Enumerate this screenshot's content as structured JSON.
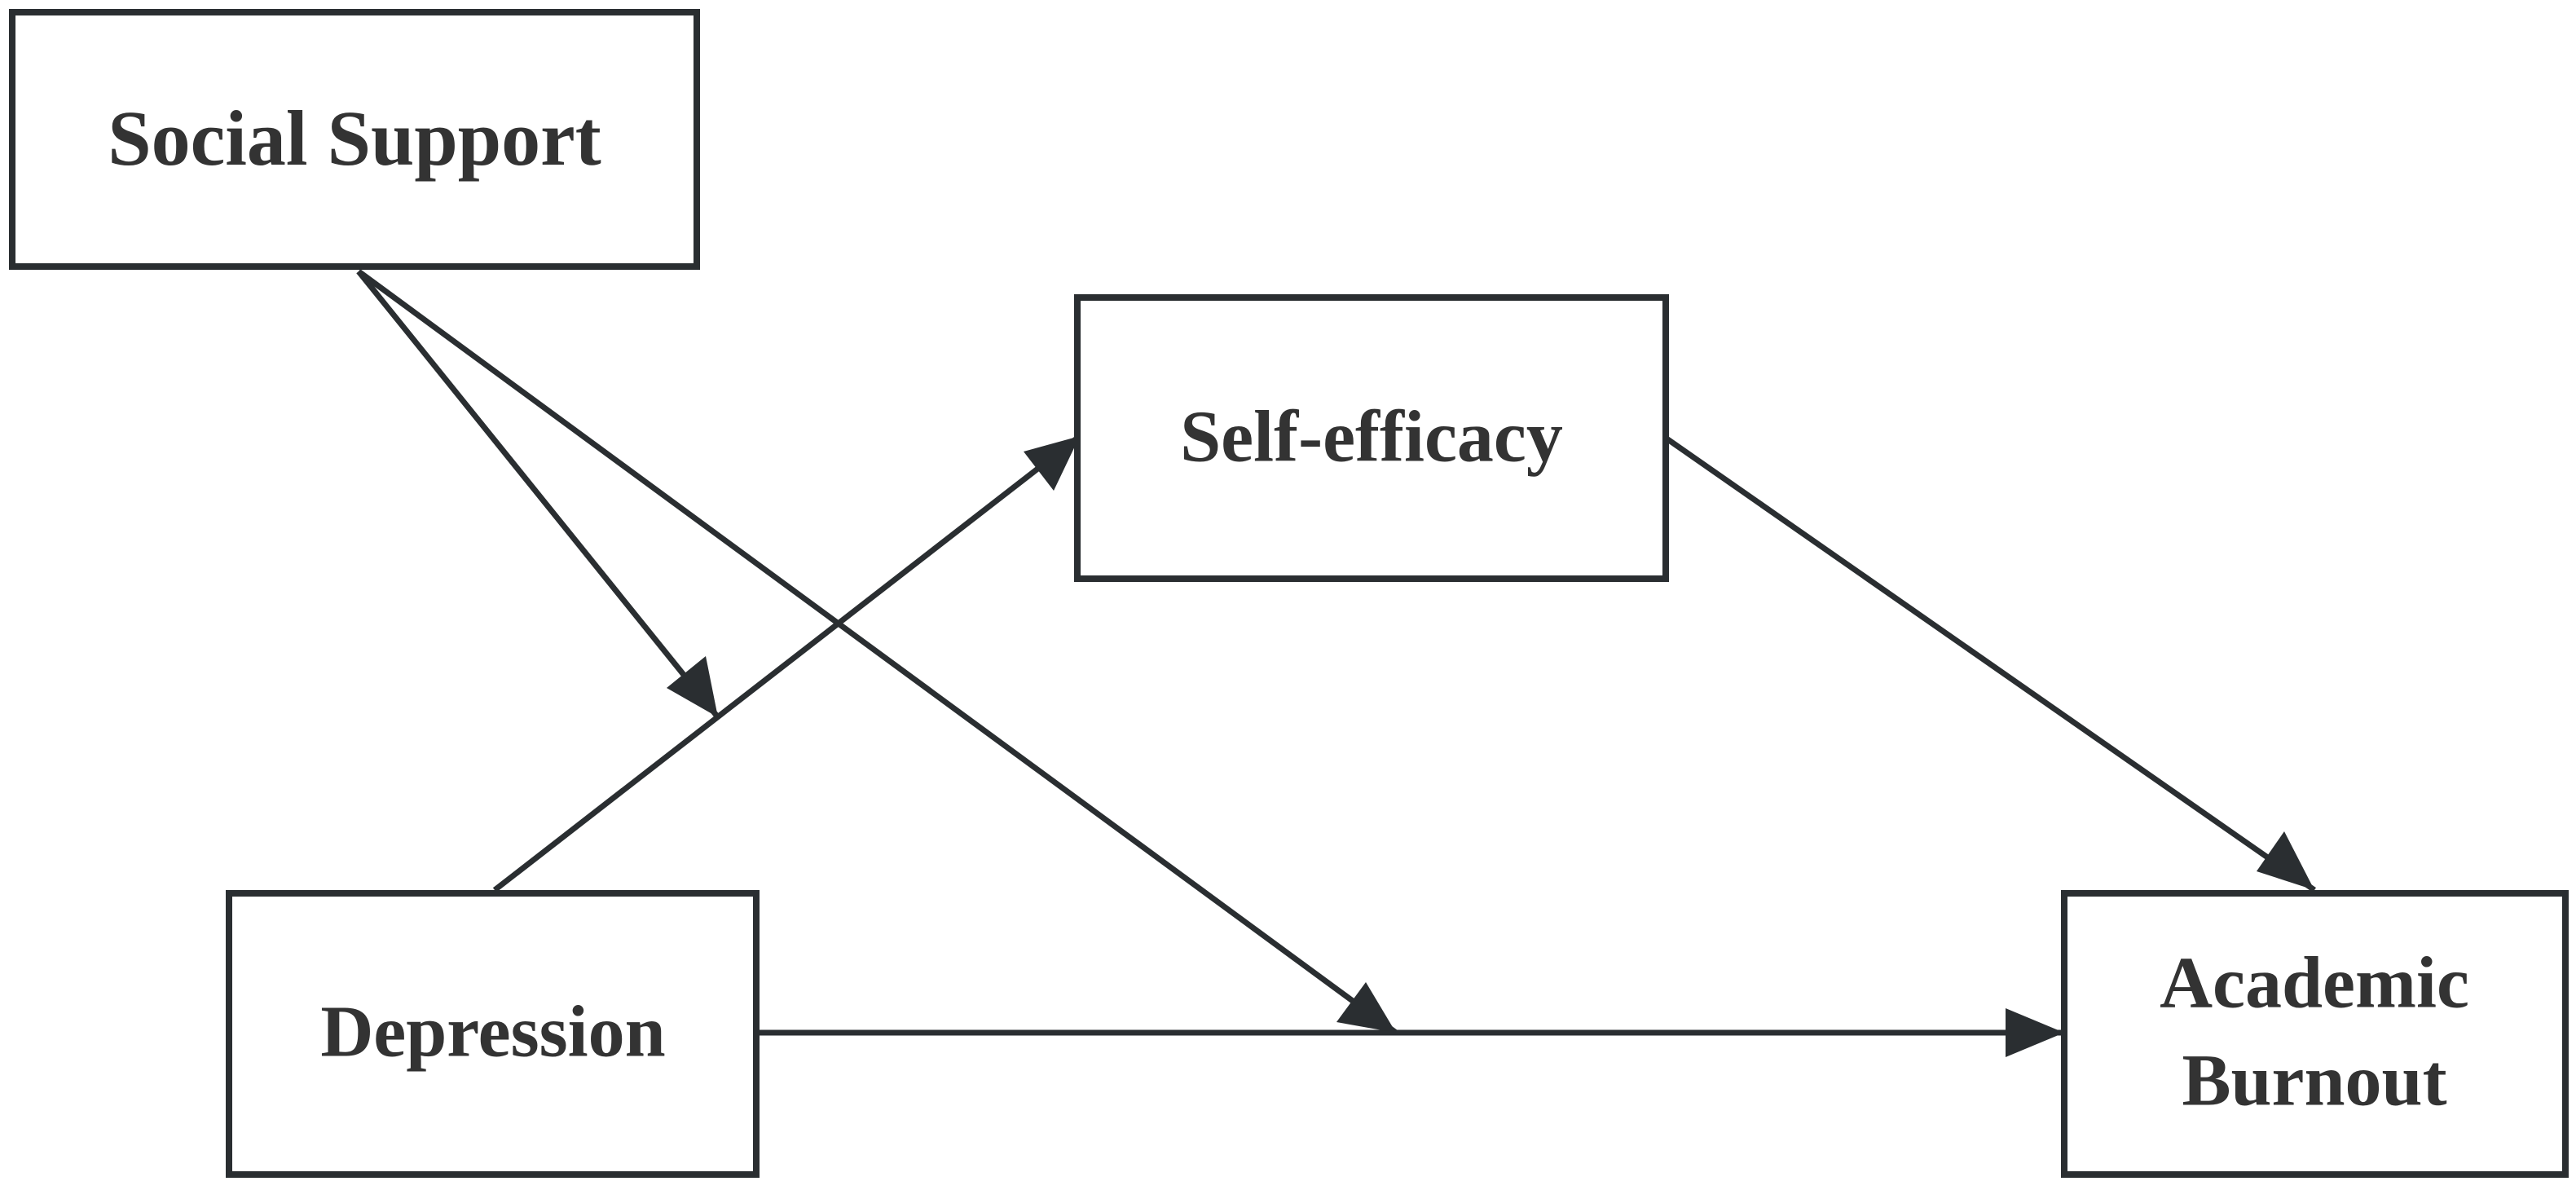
{
  "diagram": {
    "nodes": {
      "social_support": {
        "label": "Social Support"
      },
      "self_efficacy": {
        "label": "Self-efficacy"
      },
      "depression": {
        "label": "Depression"
      },
      "academic_burnout": {
        "line1": "Academic",
        "line2": "Burnout"
      }
    },
    "edges": [
      {
        "from": "social_support",
        "to": "path-depression-self-efficacy",
        "kind": "moderation"
      },
      {
        "from": "social_support",
        "to": "path-depression-academic-burnout",
        "kind": "moderation"
      },
      {
        "from": "depression",
        "to": "self_efficacy",
        "kind": "direct"
      },
      {
        "from": "self_efficacy",
        "to": "academic_burnout",
        "kind": "direct"
      },
      {
        "from": "depression",
        "to": "academic_burnout",
        "kind": "direct"
      }
    ],
    "colors": {
      "stroke": "#2a2e31",
      "text": "#333333",
      "background": "#ffffff"
    }
  }
}
